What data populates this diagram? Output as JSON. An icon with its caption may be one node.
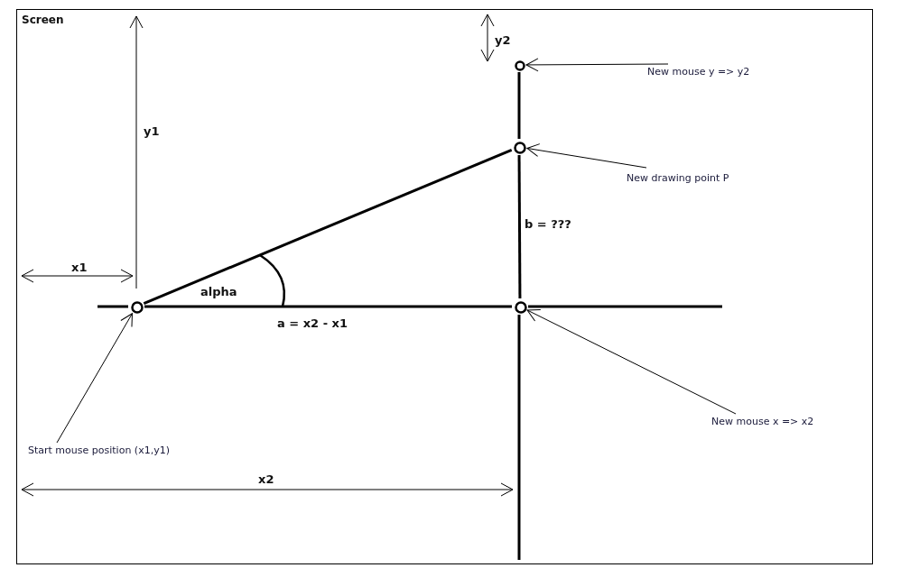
{
  "diagram": {
    "nodes": [
      {
        "text": [
          "Screen"
        ]
      },
      {
        "text": [
          "New mouse y => y2"
        ],
        "in": 0
      },
      {
        "text": [],
        "shape": "circle",
        "in": 0
      },
      {
        "text": [
          "New drawing point P"
        ],
        "in": 0
      },
      {
        "text": [],
        "shape": "circle",
        "in": 0
      },
      {
        "text": [
          "New mouse x => x2"
        ],
        "in": 0
      },
      {
        "text": [],
        "shape": "circle",
        "in": 0
      },
      {
        "text": [
          "Start mouse position (x1,y1)"
        ],
        "in": 0
      },
      {
        "text": [],
        "shape": "circle",
        "in": 0
      }
    ],
    "edges": [
      {
        "from": 1,
        "to": 2,
        "arrow": "to"
      },
      {
        "from": 3,
        "to": 4,
        "arrow": "to"
      },
      {
        "from": 5,
        "to": 6,
        "arrow": "to"
      },
      {
        "from": 7,
        "to": 8,
        "arrow": "to"
      },
      {
        "from": 8,
        "to": 4,
        "arrow": "none",
        "style": "thick"
      },
      {
        "from": 2,
        "to": 4,
        "arrow": "none",
        "style": "thick"
      },
      {
        "from": 4,
        "to": 6,
        "arrow": "none",
        "style": "thick",
        "label": "b = ???"
      },
      {
        "from": 8,
        "to": 6,
        "arrow": "none",
        "style": "thick",
        "label": "a = x2 - x1"
      }
    ],
    "labels": [
      "y2",
      "y1",
      "x1",
      "alpha",
      "x2"
    ]
  }
}
